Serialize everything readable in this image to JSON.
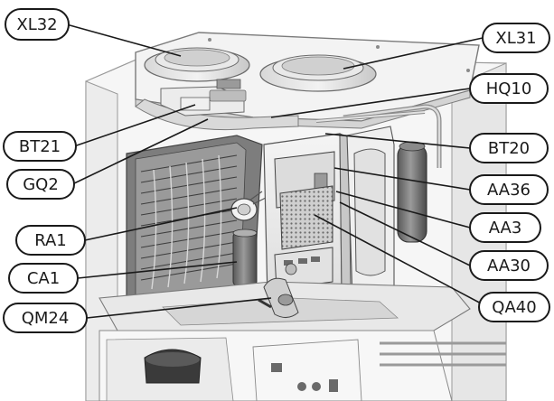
{
  "diagram": {
    "labels": {
      "xl32": "XL32",
      "xl31": "XL31",
      "hq10": "HQ10",
      "bt21": "BT21",
      "bt20": "BT20",
      "gq2": "GQ2",
      "aa36": "AA36",
      "aa3": "AA3",
      "ra1": "RA1",
      "aa30": "AA30",
      "ca1": "CA1",
      "qa40": "QA40",
      "qm24": "QM24"
    }
  }
}
